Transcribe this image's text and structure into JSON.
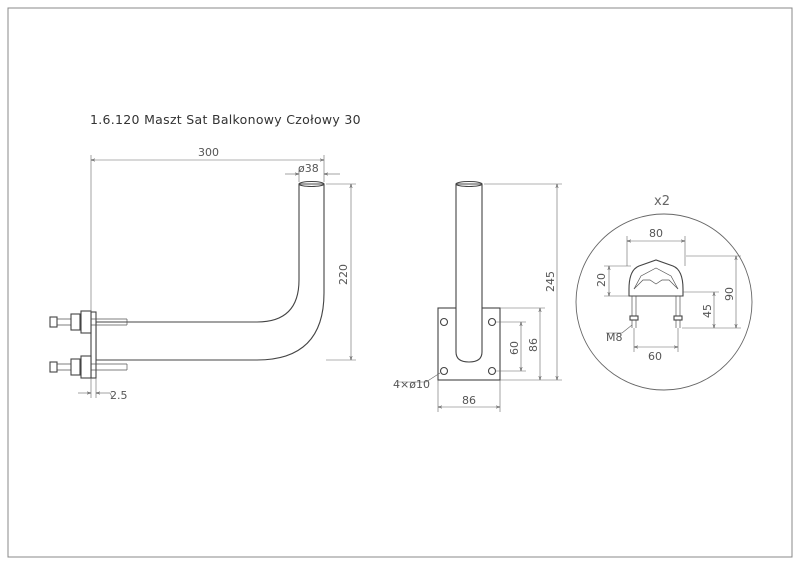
{
  "title": "1.6.120 Maszt Sat Balkonowy Czołowy 30",
  "side_view": {
    "dim_length": "300",
    "dim_diameter": "ø38",
    "dim_height": "220",
    "dim_plate_thickness": "2.5"
  },
  "front_view": {
    "dim_total_height": "245",
    "dim_hole_spacing": "60",
    "dim_plate_height": "86",
    "dim_plate_width": "86",
    "dim_holes": "4×ø10"
  },
  "clamp_detail": {
    "quantity": "x2",
    "dim_width": "80",
    "dim_v_depth": "20",
    "dim_total_height": "90",
    "dim_leg_height": "45",
    "dim_thread": "M8",
    "dim_bolt_spacing": "60"
  }
}
